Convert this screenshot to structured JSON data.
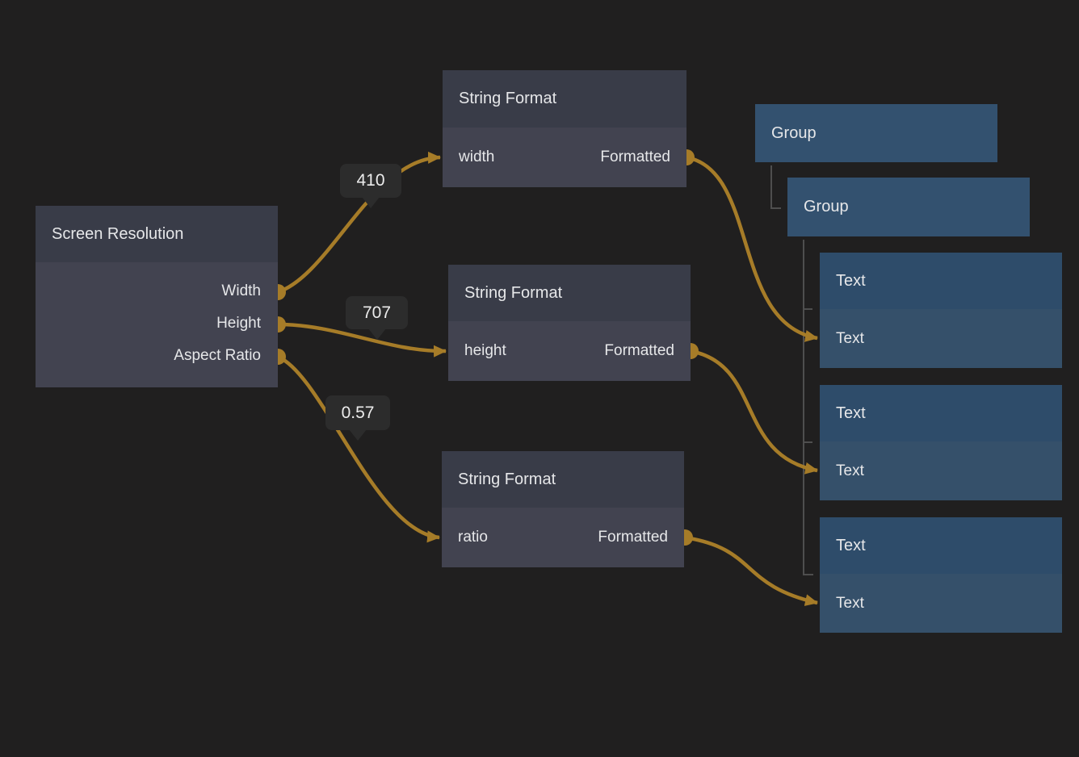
{
  "palette": {
    "background": "#201f1f",
    "wire": "#a67c28",
    "gray_node_header": "#393c48",
    "gray_node_body": "#424350",
    "group_fill": "#33516f",
    "blue_node_header": "#2e4c6a",
    "blue_node_body": "#35506a",
    "badge_bg": "#2c2c2c",
    "tree_line": "#4e4e4e",
    "text": "#e6e7e9"
  },
  "nodes": {
    "screen_resolution": {
      "title": "Screen Resolution",
      "outputs": [
        {
          "label": "Width"
        },
        {
          "label": "Height"
        },
        {
          "label": "Aspect Ratio"
        }
      ]
    },
    "string_format_width": {
      "title": "String Format",
      "input_label": "width",
      "output_label": "Formatted"
    },
    "string_format_height": {
      "title": "String Format",
      "input_label": "height",
      "output_label": "Formatted"
    },
    "string_format_ratio": {
      "title": "String Format",
      "input_label": "ratio",
      "output_label": "Formatted"
    },
    "group_outer": {
      "title": "Group"
    },
    "group_inner": {
      "title": "Group"
    },
    "text_width": {
      "title": "Text",
      "input_label": "Text"
    },
    "text_height": {
      "title": "Text",
      "input_label": "Text"
    },
    "text_ratio": {
      "title": "Text",
      "input_label": "Text"
    }
  },
  "wire_values": {
    "width": "410",
    "height": "707",
    "aspect_ratio": "0.57"
  }
}
